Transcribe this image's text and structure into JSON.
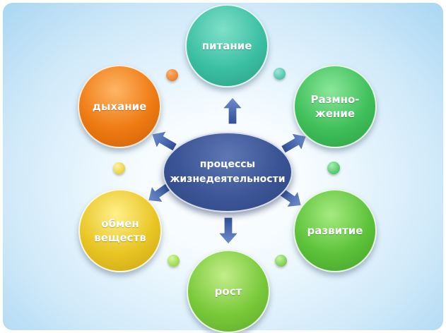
{
  "center": {
    "line1": "процессы",
    "line2": "жизнедеятельности",
    "color": "#3b5596"
  },
  "nodes": [
    {
      "id": "pitanie",
      "label": "питание",
      "color": "#3bbfa3"
    },
    {
      "id": "razmnozhenie",
      "line1": "Размно-",
      "line2": "жение",
      "color": "#3fbf5a"
    },
    {
      "id": "razvitie",
      "label": "развитие",
      "color": "#5cc23a"
    },
    {
      "id": "rost",
      "label": "рост",
      "color": "#79c93a"
    },
    {
      "id": "obmen",
      "line1": "обмен",
      "line2": "веществ",
      "color": "#e8c523"
    },
    {
      "id": "dykhanie",
      "label": "дыхание",
      "color": "#ee7a12"
    }
  ],
  "arrow_color": "#3a5ea8"
}
